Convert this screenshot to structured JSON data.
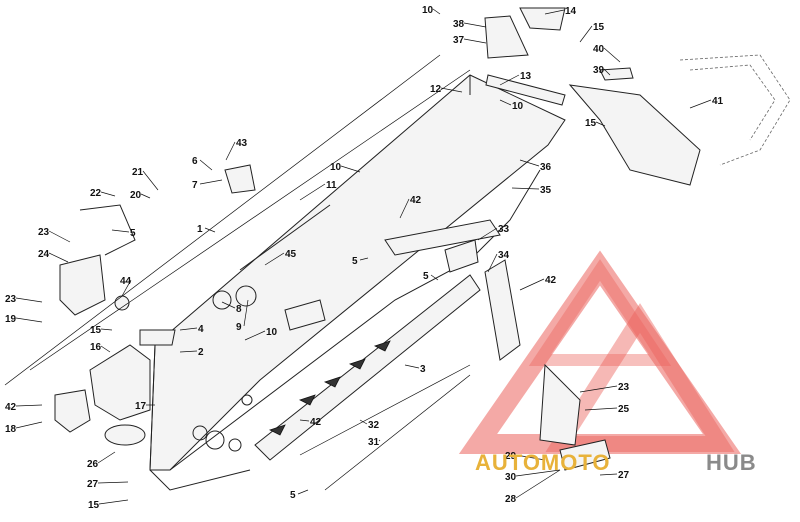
{
  "diagram": {
    "labels": [
      "1",
      "2",
      "3",
      "4",
      "5",
      "6",
      "7",
      "8",
      "9",
      "10",
      "11",
      "12",
      "13",
      "14",
      "15",
      "16",
      "17",
      "18",
      "19",
      "20",
      "21",
      "22",
      "23",
      "24",
      "25",
      "26",
      "27",
      "28",
      "29",
      "30",
      "31",
      "32",
      "33",
      "34",
      "35",
      "36",
      "37",
      "38",
      "39",
      "40",
      "41",
      "42",
      "43",
      "44",
      "45"
    ]
  },
  "watermark": {
    "text_auto": "AUTOMOTO",
    "text_hub": "HUB",
    "colors": {
      "red": "#e8473f",
      "gold": "#e8b23a",
      "gray": "#8a8a8a"
    }
  }
}
